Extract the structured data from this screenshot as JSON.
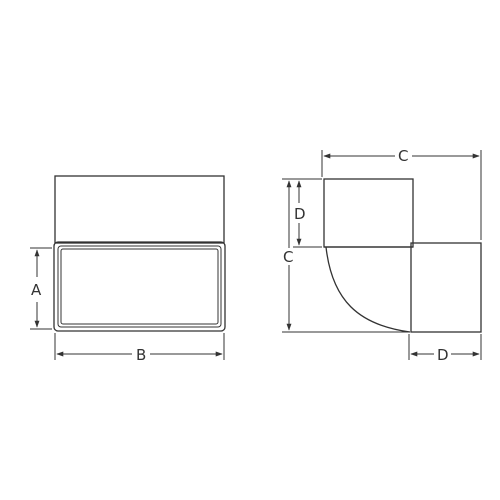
{
  "colors": {
    "line": "#333333",
    "background": "#ffffff"
  },
  "labels": {
    "a": "A",
    "b": "B",
    "c_horizontal": "C",
    "c_vertical": "C",
    "d_vertical": "D",
    "d_horizontal": "D"
  }
}
